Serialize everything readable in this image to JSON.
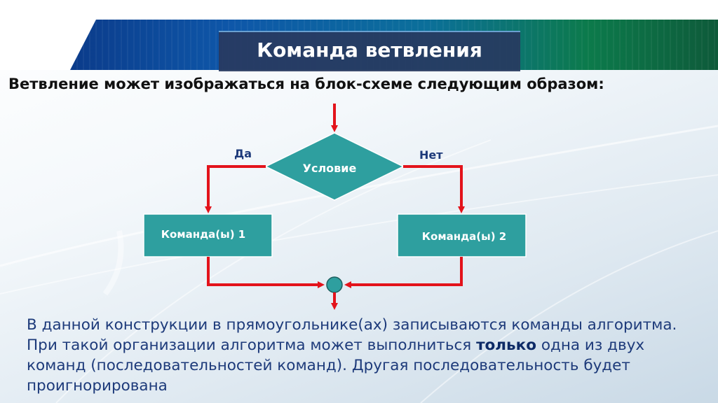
{
  "slide": {
    "title": "Команда ветвления",
    "subtitle": "Ветвление может изображаться на блок-схеме следующим образом:"
  },
  "diagram": {
    "decision": "Условие",
    "yes_label": "Да",
    "no_label": "Нет",
    "left_block": "Команда(ы) 1",
    "right_block": "Команда(ы) 2"
  },
  "body": {
    "part1": "В данной конструкции в прямоугольнике(ах) записываются команды алгоритма. При такой организации алгоритма может выполниться ",
    "emphasis": "только",
    "part2": " одна из двух команд (последовательностей команд). Другая последовательность будет проигнорирована"
  },
  "colors": {
    "node_fill": "#2e9f9f",
    "arrow": "#e3131b",
    "text_blue": "#1d3a7a"
  }
}
